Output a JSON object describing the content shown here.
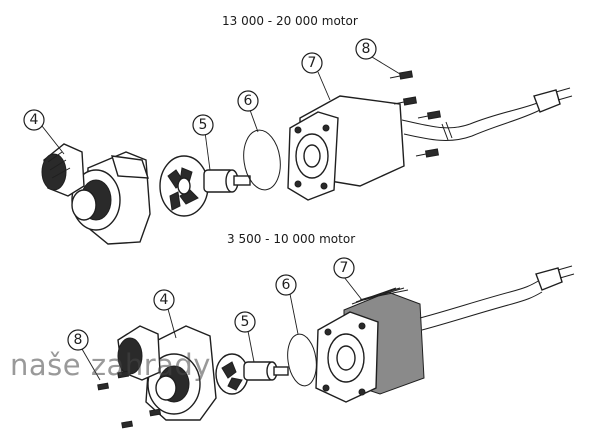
{
  "diagram": {
    "top": {
      "title": "13 000 - 20 000 motor",
      "callouts": {
        "housing": "4",
        "impeller": "5",
        "o_ring": "6",
        "motor": "7",
        "screws": "8"
      }
    },
    "bottom": {
      "title": "3 500 - 10 000 motor",
      "callouts": {
        "housing": "4",
        "impeller": "5",
        "o_ring": "6",
        "motor": "7",
        "screws": "8"
      }
    }
  },
  "watermark": {
    "text": "naše zahrady"
  }
}
